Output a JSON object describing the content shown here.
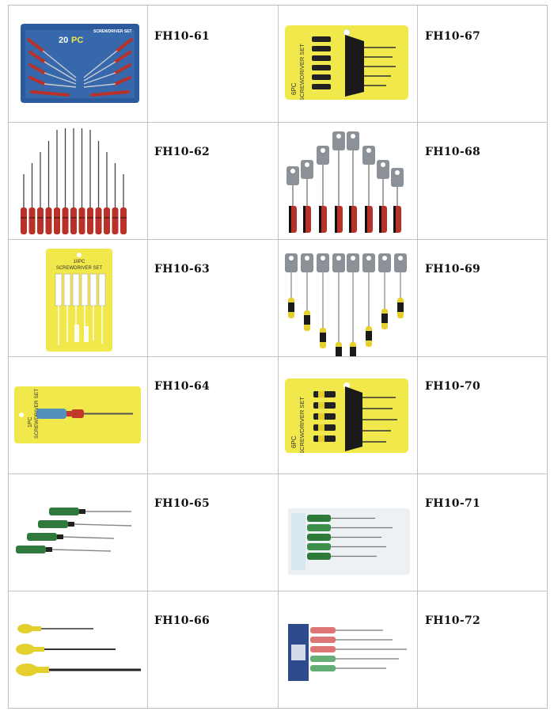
{
  "rows": [
    {
      "left": {
        "code": "FH10-61",
        "image": "20-piece screwdriver set on blue card",
        "card_text": "SCREWDRIVER SET",
        "count_a": "20",
        "count_b": "PC"
      },
      "right": {
        "code": "FH10-67",
        "image": "6-piece screwdriver set on yellow card",
        "card_text_a": "6PC",
        "card_text_b": "SCREWDRIVER SET"
      }
    },
    {
      "left": {
        "code": "FH10-62",
        "image": "red handled screwdrivers fanned set"
      },
      "right": {
        "code": "FH10-68",
        "image": "red screwdrivers with hanger tags"
      }
    },
    {
      "left": {
        "code": "FH10-63",
        "image": "10-piece screwdriver set on yellow card",
        "card_text_a": "10PC",
        "card_text_b": "SCREWDRIVER SET"
      },
      "right": {
        "code": "FH10-69",
        "image": "yellow/black screwdrivers with hanger tags"
      }
    },
    {
      "left": {
        "code": "FH10-64",
        "image": "1-piece screwdriver on yellow card",
        "card_text_a": "1PC",
        "card_text_b": "SCREWDRIVER SET"
      },
      "right": {
        "code": "FH10-70",
        "image": "6-piece yellow/black screwdriver set on yellow card",
        "card_text_a": "6PC",
        "card_text_b": "SCREWDRIVER SET"
      }
    },
    {
      "left": {
        "code": "FH10-65",
        "image": "four green handled screwdrivers"
      },
      "right": {
        "code": "FH10-71",
        "image": "green screwdrivers in clear pack"
      }
    },
    {
      "left": {
        "code": "FH10-66",
        "image": "three yellow translucent screwdrivers"
      },
      "right": {
        "code": "FH10-72",
        "image": "red and green screwdrivers on blue card"
      }
    }
  ],
  "colors": {
    "blue_card": "#2c5a9c",
    "yellow_card": "#f1e84b",
    "red_handle": "#b8322a",
    "green_handle": "#2f7a3a",
    "yellow_handle": "#e3d02e",
    "steel": "#9aa0a6"
  }
}
